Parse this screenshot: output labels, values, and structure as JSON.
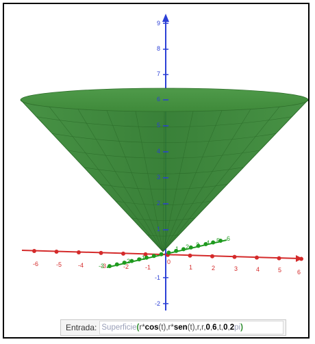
{
  "graphics": {
    "z_ticks": [
      "9",
      "8",
      "7",
      "6",
      "5",
      "4",
      "3",
      "2",
      "1",
      "-1",
      "-2"
    ],
    "x_ticks": [
      "-6",
      "-5",
      "-4",
      "-3",
      "-2",
      "-1",
      "0",
      "1",
      "2",
      "3",
      "4",
      "5",
      "6"
    ],
    "y_ticks": [
      "-3",
      "-2",
      "-1",
      "1",
      "2",
      "3",
      "4",
      "5",
      "6"
    ],
    "colors": {
      "surface": "#3f8a3a",
      "x_axis": "#d42a2a",
      "y_axis": "#1f9a1f",
      "z_axis": "#2b3fd6"
    }
  },
  "input_bar": {
    "label": "Entrada:",
    "command_name": "Superficie",
    "open": "(",
    "t1": "r*",
    "cos": "cos",
    "arg1": "(t)",
    "t2": ",r*",
    "sen": "sen",
    "arg2": "(t)",
    "t3": ",r,r,",
    "n1": "0",
    "c1": ",",
    "n2": "6",
    "c2": ",t,",
    "n3": "0",
    "c3": ",",
    "n4": "2",
    "pi": "pi",
    "close": ")"
  }
}
